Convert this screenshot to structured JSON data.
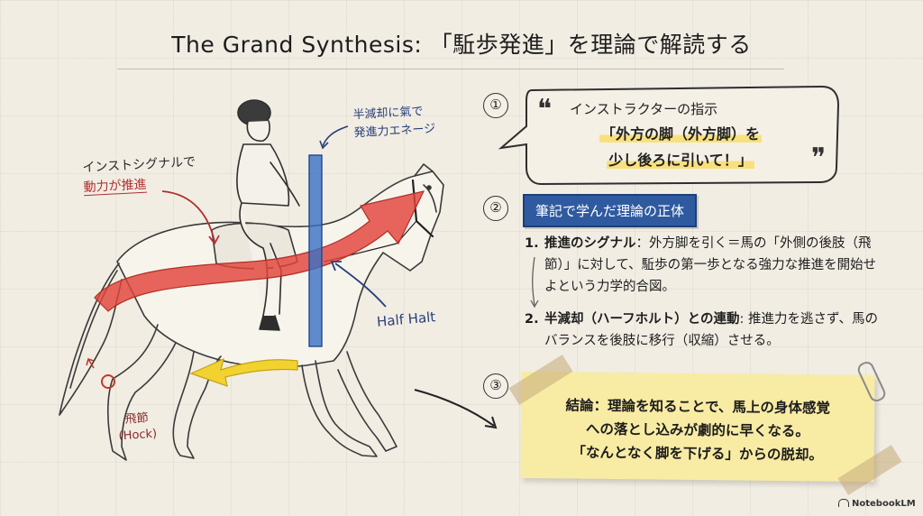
{
  "title": "The Grand Synthesis: 「駈歩発進」を理論で解読する",
  "illustration": {
    "signal_label_line1": "インストシグナルで",
    "signal_label_line2": "動力が推進",
    "halfhalt_top_line1": "半減却に氣で",
    "halfhalt_top_line2": "発進力エネージ",
    "halfhalt_label": "Half Halt",
    "hock_label_line1": "飛節",
    "hock_label_line2": "(Hock)"
  },
  "section1": {
    "number": "①",
    "heading": "インストラクターの指示",
    "quote_line1": "「外方の脚（外方脚）を",
    "quote_line2": "少し後ろに引いて！」",
    "quote_open": "❝",
    "quote_close": "❞"
  },
  "section2": {
    "number": "②",
    "badge": "筆記で学んだ理論の正体",
    "items": [
      {
        "index": "1.",
        "term": "推進のシグナル",
        "text": "：外方脚を引く＝馬の「外側の後肢（飛節）」に対して、駈歩の第一歩となる強力な推進を開始せよという力学的合図。"
      },
      {
        "index": "2.",
        "term": "半減却（ハーフホルト）との連動",
        "text": ": 推進力を逃さず、馬のバランスを後肢に移行（収縮）させる。"
      }
    ]
  },
  "section3": {
    "number": "③",
    "line1_term": "結論",
    "line1_rest": "：理論を知ることで、馬上の身体感覚",
    "line2": "への落とし込みが劇的に早くなる。",
    "line3": "「なんとなく脚を下げる」からの脱却。"
  },
  "brand": "NotebookLM",
  "colors": {
    "background": "#f1ede3",
    "arrow_red": "#e2443a",
    "halfhalt_blue": "#3a6fc4",
    "arrow_yellow": "#f2d22e",
    "badge_blue": "#2f5aa0",
    "note_yellow": "#f8eba4"
  }
}
